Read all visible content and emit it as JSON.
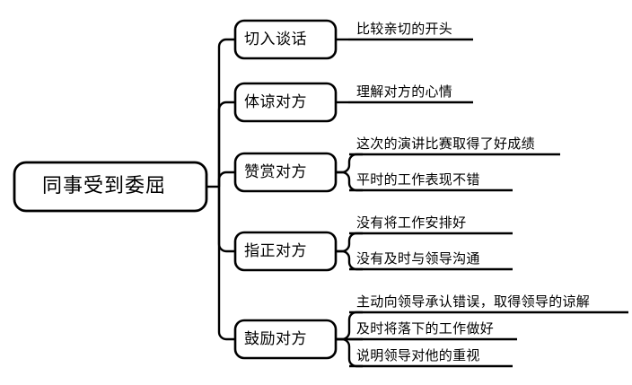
{
  "diagram": {
    "title": "同事受到委屈",
    "type": "mind-map",
    "colors": {
      "background": "#ffffff",
      "stroke": "#000000",
      "text": "#000000"
    },
    "root": {
      "label": "同事受到委屈"
    },
    "branches": [
      {
        "label": "切入谈话",
        "items": [
          {
            "text": "比较亲切的开头"
          }
        ]
      },
      {
        "label": "体谅对方",
        "items": [
          {
            "text": "理解对方的心情"
          }
        ]
      },
      {
        "label": "赞赏对方",
        "items": [
          {
            "text": "这次的演讲比赛取得了好成绩"
          },
          {
            "text": "平时的工作表现不错"
          }
        ]
      },
      {
        "label": "指正对方",
        "items": [
          {
            "text": "没有将工作安排好"
          },
          {
            "text": "没有及时与领导沟通"
          }
        ]
      },
      {
        "label": "鼓励对方",
        "items": [
          {
            "text": "主动向领导承认错误，取得领导的谅解"
          },
          {
            "text": "及时将落下的工作做好"
          },
          {
            "text": "说明领导对他的重视"
          }
        ]
      }
    ]
  }
}
